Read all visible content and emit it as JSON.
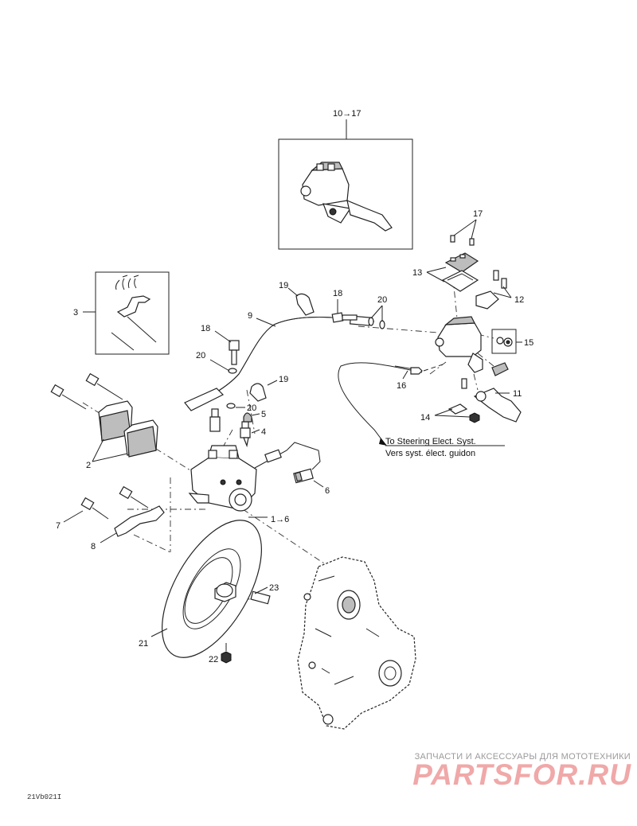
{
  "callouts": {
    "c1to6": "1→6",
    "c2": "2",
    "c3": "3",
    "c4": "4",
    "c5": "5",
    "c6": "6",
    "c7": "7",
    "c8": "8",
    "c9": "9",
    "c10to17": "10→17",
    "c11": "11",
    "c12": "12",
    "c13": "13",
    "c14": "14",
    "c15": "15",
    "c16": "16",
    "c17": "17",
    "c18a": "18",
    "c18b": "18",
    "c19a": "19",
    "c19b": "19",
    "c20a": "20",
    "c20b": "20",
    "c20c": "20",
    "c21": "21",
    "c22": "22",
    "c23": "23"
  },
  "note": {
    "line1": "To Steering Elect. Syst.",
    "line2": "Vers syst. élect. guidon"
  },
  "diagram_code": "21Vb021I",
  "watermark": {
    "tagline": "ЗАПЧАСТИ И АКСЕССУАРЫ ДЛЯ МОТОТЕХНИКИ",
    "logo": "PARTSFOR.RU"
  }
}
